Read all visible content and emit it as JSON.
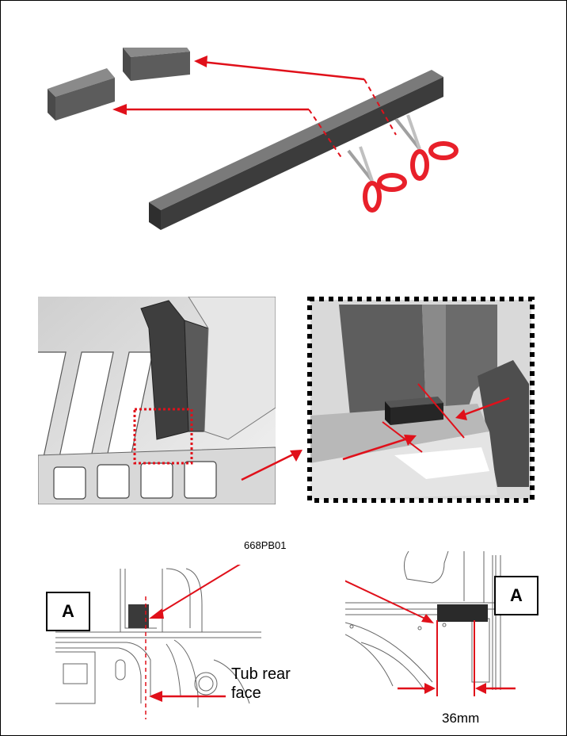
{
  "labels": {
    "part_number": "668PB01",
    "tub_rear_face_line1": "Tub rear",
    "tub_rear_face_line2": "face",
    "dimension": "36mm",
    "detail_left": "A",
    "detail_right": "A"
  },
  "colors": {
    "arrow": "#e0101a",
    "bar_dark": "#3c3c3c",
    "bar_top": "#6a6a6a",
    "scissor_handle": "#e8202a",
    "border": "#000000"
  },
  "icons": [
    "scissors-icon",
    "scissors-icon"
  ]
}
